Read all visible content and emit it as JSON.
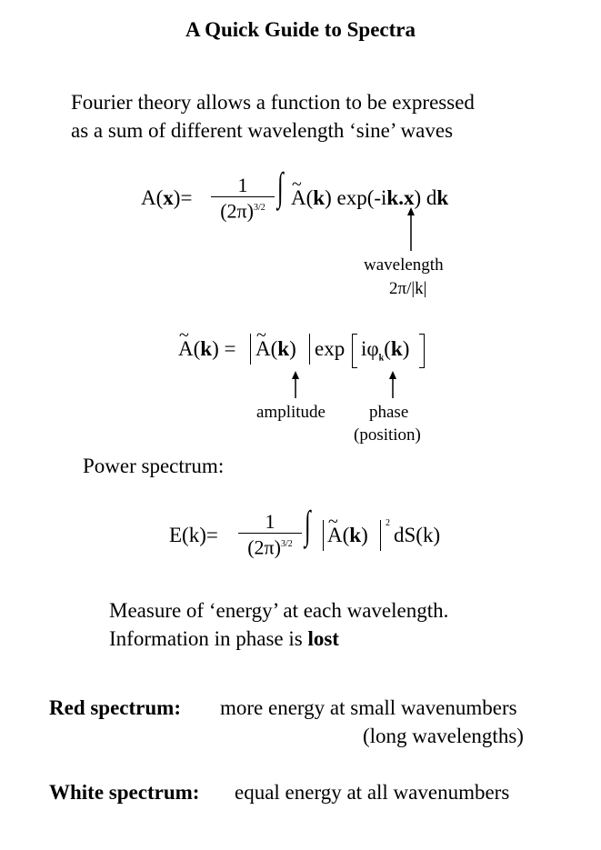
{
  "title": "A Quick Guide to Spectra",
  "intro": {
    "line1": "Fourier theory allows a function to be expressed",
    "line2": "as a sum of different wavelength ‘sine’ waves"
  },
  "eq1": {
    "lhs_a": "A(",
    "lhs_x": "x",
    "lhs_b": ")=",
    "frac_num": "1",
    "frac_den": "(2π)",
    "frac_exp": "3/2",
    "integral": "∫",
    "tilde": "~",
    "rhs_a": "A(",
    "rhs_k": "k",
    "rhs_b": ") exp(-i",
    "rhs_k2": "k",
    "rhs_dot": ".",
    "rhs_x": "x",
    "rhs_c": ") d",
    "rhs_k3": "k",
    "annot1": "wavelength",
    "annot2": "2π/|k|"
  },
  "eq2": {
    "tilde": "~",
    "lhs_a": "A(",
    "lhs_k": "k",
    "lhs_b": ") =",
    "mid_a": "A(",
    "mid_k": "k",
    "mid_b": ")",
    "exp": "exp",
    "phase_i": "iφ",
    "phase_sub": "k",
    "phase_a": "(",
    "phase_k": "k",
    "phase_b": ")",
    "label_amp": "amplitude",
    "label_phase1": "phase",
    "label_phase2": "(position)"
  },
  "power": {
    "heading": "Power spectrum:",
    "lhs": "E(k)=",
    "frac_num": "1",
    "frac_den": "(2π)",
    "frac_exp": "3/2",
    "integral": "∫",
    "tilde": "~",
    "mid_a": "A(",
    "mid_k": "k",
    "mid_b": ")",
    "sq": "2",
    "tail": "dS(k)"
  },
  "measure": {
    "line1": "Measure of ‘energy’ at each wavelength.",
    "line2_a": "Information in phase is ",
    "line2_b": "lost"
  },
  "red": {
    "label": "Red spectrum:",
    "text1": "more energy at small wavenumbers",
    "text2": "(long wavelengths)"
  },
  "white": {
    "label": "White spectrum:",
    "text": "equal energy at all wavenumbers"
  }
}
